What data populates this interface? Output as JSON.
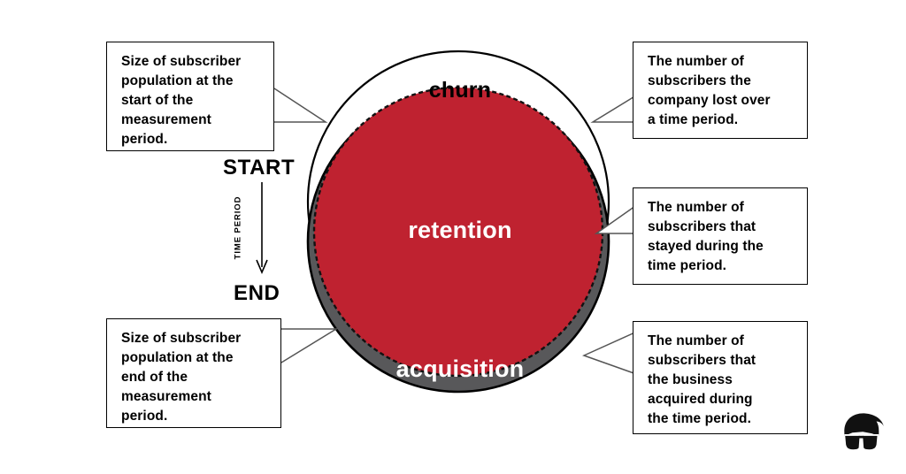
{
  "diagram": {
    "title": "Subscriber population: churn, retention and acquisition",
    "colors": {
      "retention_red": "#BF2230",
      "acquisition_gray": "#58585A",
      "churn_white": "#FFFFFF",
      "outline_black": "#000000"
    },
    "circles": {
      "churn_label": "churn",
      "retention_label": "retention",
      "acquisition_label": "acquisition"
    }
  },
  "timeline": {
    "start_label": "START",
    "end_label": "END",
    "period_label": "TIME PERIOD",
    "arrow_icon": "down-arrow-icon"
  },
  "callouts": {
    "start": {
      "name": "start-population",
      "lines": [
        "Size of subscriber",
        "population at the",
        "start of the",
        "measurement",
        "period."
      ]
    },
    "churn": {
      "name": "churn-definition",
      "lines": [
        "The number of",
        "subscribers the",
        "company lost over",
        "a time period."
      ]
    },
    "retention": {
      "name": "retention-definition",
      "lines": [
        "The number of",
        "subscribers that",
        "stayed during the",
        "time period."
      ]
    },
    "end": {
      "name": "end-population",
      "lines": [
        "Size of subscriber",
        "population at the",
        "end of the",
        "measurement",
        "period."
      ]
    },
    "acquisition": {
      "name": "acquisition-definition",
      "lines": [
        "The number of",
        "subscribers that",
        "the business",
        "acquired during",
        "the time period."
      ]
    }
  },
  "logo": {
    "icon": "face-with-glasses-logo"
  }
}
